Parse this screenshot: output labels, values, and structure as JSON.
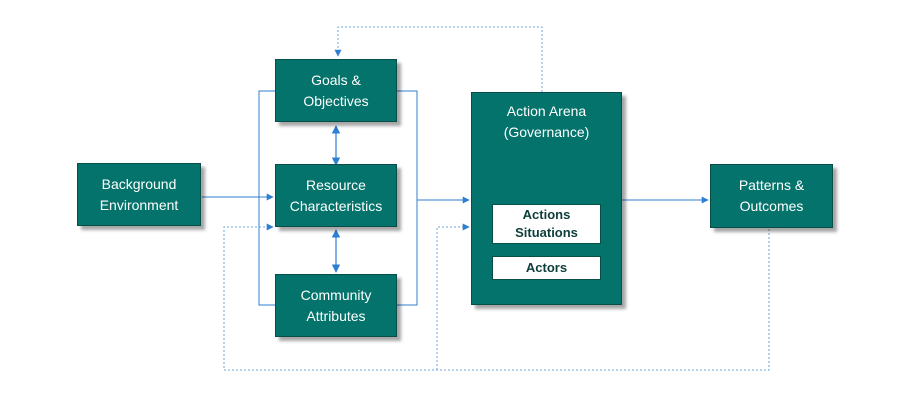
{
  "diagram": {
    "background": {
      "line1": "Background",
      "line2": "Environment"
    },
    "goals": {
      "line1": "Goals &",
      "line2": "Objectives"
    },
    "resource": {
      "line1": "Resource",
      "line2": "Characteristics"
    },
    "community": {
      "line1": "Community",
      "line2": "Attributes"
    },
    "arena": {
      "line1": "Action Arena",
      "line2": "(Governance)",
      "actions": {
        "line1": "Actions",
        "line2": "Situations"
      },
      "actors": "Actors"
    },
    "patterns": {
      "line1": "Patterns &",
      "line2": "Outcomes"
    }
  },
  "colors": {
    "box_fill": "#03736b",
    "box_border": "#0a4d48",
    "connector": "#2f7fd1",
    "feedback": "#6fa6dc"
  }
}
